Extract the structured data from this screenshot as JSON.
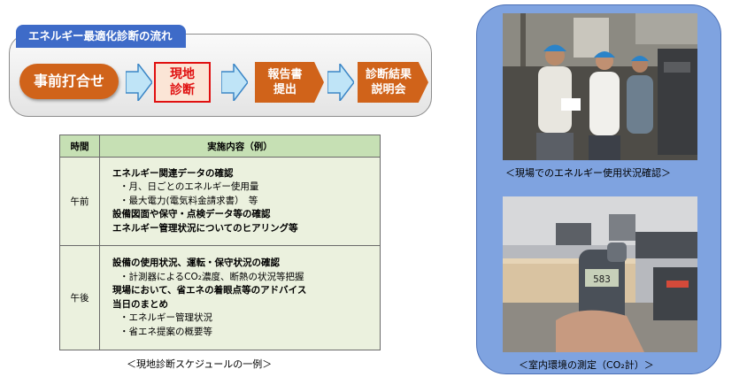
{
  "flow": {
    "title": "エネルギー最適化診断の流れ",
    "steps": [
      {
        "line1": "事前打合せ",
        "line2": ""
      },
      {
        "line1": "現地",
        "line2": "診断"
      },
      {
        "line1": "報告書",
        "line2": "提出"
      },
      {
        "line1": "診断結果",
        "line2": "説明会"
      }
    ]
  },
  "schedule": {
    "headers": [
      "時間",
      "実施内容（例）"
    ],
    "rows": [
      {
        "time": "午前",
        "items": [
          {
            "text": "エネルギー関連データの確認",
            "bold": true
          },
          {
            "text": "・月、日ごとのエネルギー使用量",
            "bold": false
          },
          {
            "text": "・最大電力(電気料金請求書）　等",
            "bold": false
          },
          {
            "text": "設備図面や保守・点検データ等の確認",
            "bold": true
          },
          {
            "text": "エネルギー管理状況についてのヒアリング等",
            "bold": true
          }
        ]
      },
      {
        "time": "午後",
        "items": [
          {
            "text": "設備の使用状況、運転・保守状況の確認",
            "bold": true
          },
          {
            "text": "・計測器によるCO₂濃度、断熱の状況等把握",
            "bold": false
          },
          {
            "text": "現場において、省エネの着眼点等のアドバイス",
            "bold": true
          },
          {
            "text": "当日のまとめ",
            "bold": true
          },
          {
            "text": "・エネルギー管理状況",
            "bold": false
          },
          {
            "text": "・省エネ提案の概要等",
            "bold": false
          }
        ]
      }
    ],
    "caption": "＜現地診断スケジュールの一例＞"
  },
  "photos": {
    "top_caption": "＜現場でのエネルギー使用状況確認＞",
    "bottom_caption": "＜室内環境の測定（CO₂計）＞",
    "meter_reading": "583"
  },
  "colors": {
    "accent_orange": "#d0631a",
    "current_step_border": "#e01010",
    "title_blue": "#3e6bc8",
    "panel_blue": "#7fa3e0",
    "table_header": "#c6e0b4",
    "table_body": "#ebf1de"
  }
}
